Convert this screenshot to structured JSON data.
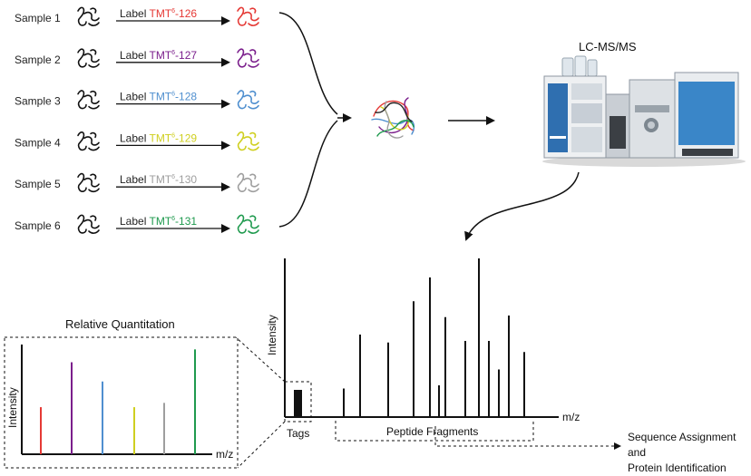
{
  "samples": [
    {
      "sample_label": "Sample 1",
      "label_word": "Label",
      "tag": "TMT",
      "sup": "6",
      "channel": "-126",
      "color": "#e53935"
    },
    {
      "sample_label": "Sample 2",
      "label_word": "Label",
      "tag": "TMT",
      "sup": "6",
      "channel": "-127",
      "color": "#7b1f8c"
    },
    {
      "sample_label": "Sample 3",
      "label_word": "Label",
      "tag": "TMT",
      "sup": "6",
      "channel": "-128",
      "color": "#4f8fcf"
    },
    {
      "sample_label": "Sample 4",
      "label_word": "Label",
      "tag": "TMT",
      "sup": "6",
      "channel": "-129",
      "color": "#cfcf20"
    },
    {
      "sample_label": "Sample 5",
      "label_word": "Label",
      "tag": "TMT",
      "sup": "6",
      "channel": "-130",
      "color": "#9e9e9e"
    },
    {
      "sample_label": "Sample 6",
      "label_word": "Label",
      "tag": "TMT",
      "sup": "6",
      "channel": "-131",
      "color": "#1f9a4e"
    }
  ],
  "instrument": {
    "title": "LC-MS/MS"
  },
  "main_spectrum": {
    "y_label": "Intensity",
    "x_label": "m/z",
    "tags_label": "Tags",
    "fragments_label": "Peptide Fragments",
    "peaks": [
      0.18,
      0.52,
      0.47,
      0.73,
      0.88,
      0.2,
      0.63,
      0.48,
      1.0,
      0.48,
      0.3,
      0.64,
      0.41
    ]
  },
  "quant_panel": {
    "title": "Relative Quantitation",
    "y_label": "Intensity",
    "x_label": "m/z",
    "bar_colors": [
      "#e53935",
      "#7b1f8c",
      "#4f8fcf",
      "#cfcf20",
      "#9e9e9e",
      "#1f9a4e"
    ],
    "bars": [
      0.44,
      0.86,
      0.68,
      0.44,
      0.48,
      0.98
    ]
  },
  "output_label": {
    "line1": "Sequence Assignment",
    "line2": "and",
    "line3": "Protein Identification"
  }
}
